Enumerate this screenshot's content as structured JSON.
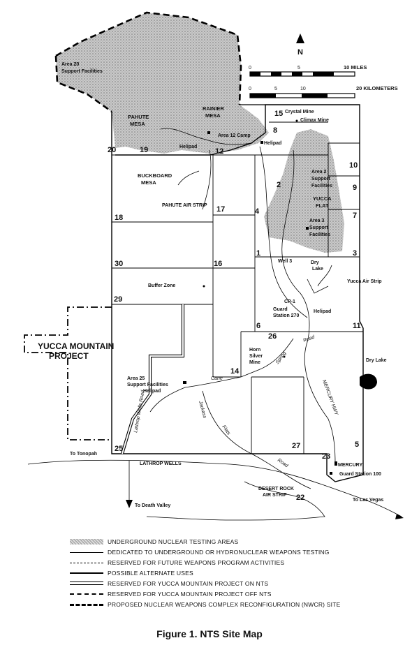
{
  "north_label": "N",
  "scale": {
    "miles_label": "10 MILES",
    "km_label": "20 KILOMETERS",
    "mile_ticks": [
      "0",
      "5"
    ],
    "km_ticks": [
      "0",
      "5",
      "10"
    ]
  },
  "areas": {
    "a1": "1",
    "a2": "2",
    "a3": "3",
    "a4": "4",
    "a5": "5",
    "a6": "6",
    "a7": "7",
    "a8": "8",
    "a9": "9",
    "a10": "10",
    "a11": "11",
    "a12": "12",
    "a14": "14",
    "a15": "15",
    "a16": "16",
    "a17": "17",
    "a18": "18",
    "a19": "19",
    "a20": "20",
    "a22": "22",
    "a23": "23",
    "a25": "25",
    "a26": "26",
    "a27": "27",
    "a29": "29",
    "a30": "30"
  },
  "places": {
    "area20_support": [
      "Area 20",
      "Support Facilities"
    ],
    "pahute_mesa": [
      "PAHUTE",
      "MESA"
    ],
    "rainier_mesa": [
      "RAINIER",
      "MESA"
    ],
    "area12_camp": "Area 12 Camp",
    "helipad_a": "Helipad",
    "helipad_b": "Helipad",
    "crystal_mine": "Crystal Mine",
    "climax_mine": "Climax Mine",
    "buckboard_mesa": [
      "BUCKBOARD",
      "MESA"
    ],
    "pahute_air_strip": "PAHUTE AIR STRIP",
    "area2_support": [
      "Area 2",
      "Support",
      "Facilities"
    ],
    "yucca_flat": [
      "YUCCA",
      "FLAT"
    ],
    "area3_support": [
      "Area 3",
      "Support",
      "Facilities"
    ],
    "well3": "Well 3",
    "dry_lake_1": [
      "Dry",
      "Lake"
    ],
    "yucca_air_strip": "Yucca Air Strip",
    "buffer_zone": "Buffer Zone",
    "cp1": "CP-1",
    "guard_270": [
      "Guard",
      "Station 270"
    ],
    "helipad_c": "Helipad",
    "yucca_mountain_project": [
      "YUCCA MOUNTAIN",
      "PROJECT"
    ],
    "horn_silver_mine": [
      "Horn",
      "Silver",
      "Mine"
    ],
    "dry_lake_2": "Dry Lake",
    "area25_support": [
      "Area 25",
      "Support Facilities"
    ],
    "helipad_d": "Helipad",
    "mercury": "MERCURY",
    "guard_100": "Guard Station 100",
    "desert_rock": [
      "DESERT ROCK",
      "AIR STRIP"
    ],
    "lathrop_wells": "LATHROP WELLS",
    "to_tonopah": "To Tonopah",
    "to_death_valley": "To Death Valley",
    "to_las_vegas": "To Las Vegas"
  },
  "roads": {
    "cane": "Cane",
    "jackass": "Jackass",
    "flats": "Flats",
    "road1": "Road",
    "spring": "Spring",
    "road2": "Road",
    "mercury_hwy": "MERCURY HWY",
    "lathrop_wells_road": "Lathrop Wells Road"
  },
  "legend": [
    {
      "symbol": "stipple",
      "text": "UNDERGROUND NUCLEAR TESTING AREAS"
    },
    {
      "symbol": "thin-line",
      "text": "DEDICATED TO UNDERGROUND OR HYDRONUCLEAR WEAPONS TESTING"
    },
    {
      "symbol": "long-dash",
      "text": "RESERVED FOR FUTURE WEAPONS PROGRAM ACTIVITIES"
    },
    {
      "symbol": "bold-line",
      "text": "POSSIBLE ALTERNATE USES"
    },
    {
      "symbol": "double-line",
      "text": "RESERVED FOR YUCCA MOUNTAIN PROJECT ON NTS"
    },
    {
      "symbol": "dash-dot",
      "text": "RESERVED FOR YUCCA MOUNTAIN PROJECT OFF NTS"
    },
    {
      "symbol": "heavy-dash",
      "text": "PROPOSED NUCLEAR WEAPONS COMPLEX RECONFIGURATION (NWCR) SITE"
    }
  ],
  "caption": "Figure 1.  NTS Site Map"
}
